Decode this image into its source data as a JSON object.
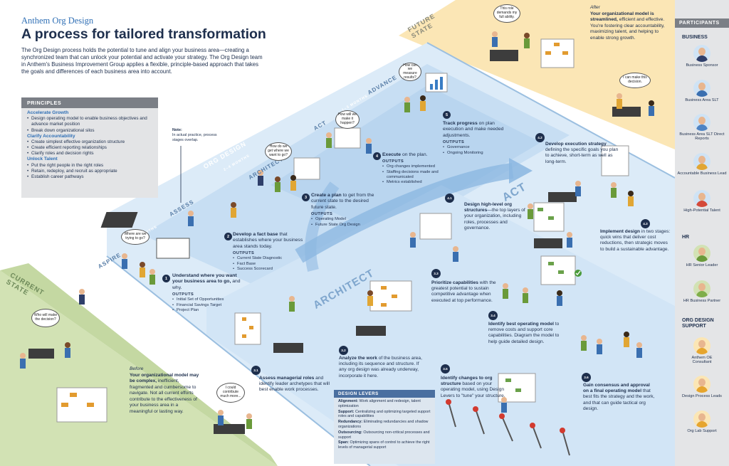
{
  "header": {
    "brand": "Anthem Org Design",
    "title": "A process for tailored transformation",
    "intro": "The Org Design process holds the potential to tune and align your business area—creating a synchronized team that can unlock your potential and activate your strategy. The Org Design team in Anthem's Business Improvement Group applies a flexible, principle-based approach that takes the goals and differences of each business area into account."
  },
  "principles": {
    "heading": "PRINCIPLES",
    "groups": [
      {
        "title": "Accelerate Growth",
        "items": [
          "Design operating model to enable business objectives and advance market position",
          "Break down organizational silos"
        ]
      },
      {
        "title": "Clarify Accountability",
        "items": [
          "Create simplest effective organization structure",
          "Create efficient reporting relationships",
          "Clarify roles and decision rights"
        ]
      },
      {
        "title": "Unlock Talent",
        "items": [
          "Put the right people in the right roles",
          "Retain, redeploy, and recruit as appropriate",
          "Establish career pathways"
        ]
      }
    ]
  },
  "note": {
    "title": "Note:",
    "text": "In actual practice, process stages overlap."
  },
  "stages": {
    "current_state": "CURRENT STATE",
    "future_state": "FUTURE STATE",
    "org_design": "ORG DESIGN",
    "aspire": "ASPIRE",
    "assess": "ASSESS",
    "architect": "ARCHITECT",
    "act": "ACT",
    "advance": "ADVANCE",
    "architect_large": "ARCHITECT",
    "act_large": "ACT",
    "months": {
      "m1": "1–2 MONTHS",
      "m2": "2–4 MONTHS",
      "m3": "1–3 MONTHS"
    }
  },
  "steps": [
    {
      "num": "1",
      "title": "Understand where you want your business area to go,",
      "rest": " and why.",
      "outputs_label": "OUTPUTS",
      "outputs": [
        "Initial Set of Opportunities",
        "Financial Savings Target",
        "Project Plan"
      ]
    },
    {
      "num": "2",
      "title": "Develop a fact base",
      "rest": " that establishes where your business area stands today.",
      "outputs_label": "OUTPUTS",
      "outputs": [
        "Current State Diagnostic",
        "Fact Base",
        "Success Scorecard"
      ]
    },
    {
      "num": "3",
      "title": "Create a plan",
      "rest": " to get from the current state to the desired future state.",
      "outputs_label": "OUTPUTS",
      "outputs": [
        "Operating Model",
        "Future State Org Design"
      ]
    },
    {
      "num": "4",
      "title": "Execute",
      "rest": " on the plan.",
      "outputs_label": "OUTPUTS",
      "outputs": [
        "Org changes implemented",
        "Staffing decisions made and communicated",
        "Metrics established"
      ]
    },
    {
      "num": "5",
      "title": "Track progress",
      "rest": " on plan execution and make needed adjustments.",
      "outputs_label": "OUTPUTS",
      "outputs": [
        "Governance",
        "Ongoing Monitoring"
      ]
    }
  ],
  "substeps": [
    {
      "num": "3.1",
      "title": "Assess managerial roles",
      "rest": " and identify leader archetypes that will best enable work processes."
    },
    {
      "num": "3.2",
      "title": "Analyze the work",
      "rest": " of the business area, including its sequence and structure. If any org design was already underway, incorporate it here."
    },
    {
      "num": "3.3",
      "title": "Prioritize capabilities",
      "rest": " with the greatest potential to sustain competitive advantage when executed at top performance."
    },
    {
      "num": "3.4",
      "title": "Identify best operating model",
      "rest": " to remove costs and support core capabilities. Diagram the model to help guide detailed design."
    },
    {
      "num": "3.5",
      "title": "Identify changes to org structure",
      "rest": " based on your operating model, using Design Levers to \"tune\" your structure."
    },
    {
      "num": "3.6",
      "title": "Gain consensus and approval on a final operating model",
      "rest": " that best fits the strategy and the work, and that can guide tactical org design."
    },
    {
      "num": "4.1",
      "title": "Design high-level org structures",
      "rest": "—the top layers of your organization, including roles, processes and governance."
    },
    {
      "num": "4.2",
      "title": "Develop execution strategy",
      "rest": " defining the specific goals you plan to achieve, short-term as well as long-term."
    },
    {
      "num": "4.3",
      "title": "Implement design",
      "rest": " in two stages: quick wins that deliver cost reductions, then strategic moves to build a sustainable advantage."
    }
  ],
  "design_levers": {
    "heading": "DESIGN LEVERS",
    "items": [
      {
        "term": "Alignment:",
        "text": " Work alignment and redesign, talent optimization"
      },
      {
        "term": "Support:",
        "text": " Centralizing and optimizing targeted support roles and capabilities"
      },
      {
        "term": "Redundancy:",
        "text": " Eliminating redundancies and shadow organizations"
      },
      {
        "term": "Outsourcing:",
        "text": " Outsourcing non-critical processes and support"
      },
      {
        "term": "Span:",
        "text": " Optimizing spans of control to achieve the right levels of managerial support"
      }
    ]
  },
  "before": {
    "label": "Before",
    "bold": "Your organizational model may be complex,",
    "text": " inefficient, fragmented and cumbersome to navigate. Not all current efforts contribute to the effectiveness of your business area in a meaningful or lasting way."
  },
  "after": {
    "label": "After",
    "bold": "Your organizational model is streamlined,",
    "text": " efficient and effective. You're fostering clear accountability, maximizing talent, and helping to enable strong growth."
  },
  "bubbles": {
    "b1": "This role demands my full ability.",
    "b2": "I can make this decision.",
    "b3": "How can we measure results?",
    "b4": "How will we make it happen?",
    "b5": "How do we get where we want to go?",
    "b6": "Where are we trying to go?",
    "b7": "Who will make the decision?",
    "b8": "I could contribute much more..."
  },
  "participants": {
    "heading": "PARTICIPANTS",
    "sections": [
      {
        "title": "BUSINESS",
        "items": [
          {
            "label": "Business Sponsor",
            "color": "#2f3f6a"
          },
          {
            "label": "Business Area SLT",
            "color": "#3a6fb0"
          },
          {
            "label": "Business Area SLT Direct Reports",
            "color": "#4d83c4"
          },
          {
            "label": "Accountable Business Lead",
            "color": "#e1a634"
          },
          {
            "label": "High-Potential Talent",
            "color": "#d44a3a"
          }
        ]
      },
      {
        "title": "HR",
        "items": [
          {
            "label": "HR Senior Leader",
            "color": "#6a9a3a"
          },
          {
            "label": "HR Business Partner",
            "color": "#7fae4a"
          }
        ]
      },
      {
        "title": "ORG DESIGN SUPPORT",
        "items": [
          {
            "label": "Anthem OE Consultant",
            "color": "#e6a52e"
          },
          {
            "label": "Design Process Leads",
            "color": "#e6a52e"
          },
          {
            "label": "Org Lab Support",
            "color": "#e6a52e"
          }
        ]
      }
    ]
  },
  "colors": {
    "navy": "#1e2f4d",
    "blue_plane": "#cfe3f5",
    "blue_deep": "#a9cbea",
    "green_plane": "#d2e2b4",
    "yellow_plane": "#fbe6b5",
    "panel_gray": "#d9dadc",
    "accent_blue": "#2f6fb5"
  }
}
